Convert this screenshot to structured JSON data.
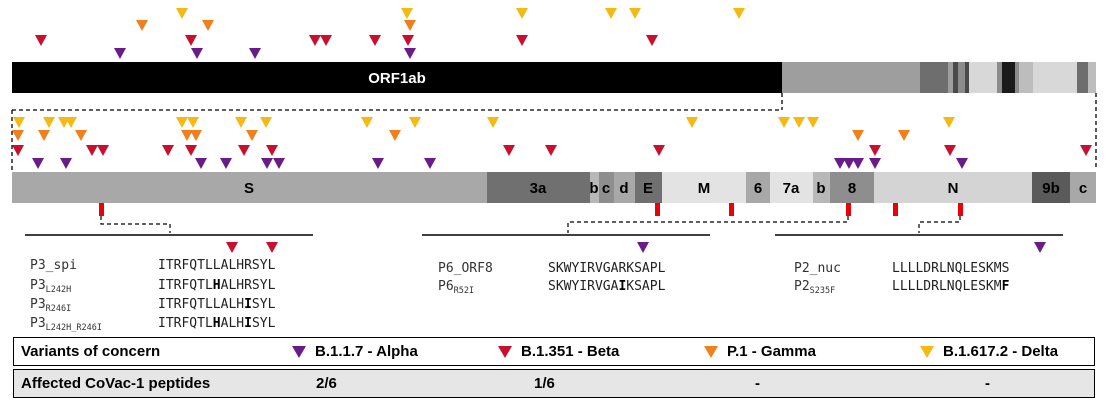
{
  "colors": {
    "alpha": "#6a1b8a",
    "beta": "#c8102e",
    "gamma": "#f07f1c",
    "delta": "#f4b912",
    "black": "#000000",
    "peptide_marker": "#e8000b"
  },
  "orf1ab": {
    "label": "ORF1ab"
  },
  "genes": [
    {
      "label": "S",
      "fill": "#a8a8a8"
    },
    {
      "label": "3a",
      "fill": "#707070"
    },
    {
      "label": "b",
      "fill": "#b8b8b8"
    },
    {
      "label": "c",
      "fill": "#8e8e8e"
    },
    {
      "label": "d",
      "fill": "#a8a8a8"
    },
    {
      "label": "E",
      "fill": "#707070"
    },
    {
      "label": "M",
      "fill": "#e3e3e3"
    },
    {
      "label": "6",
      "fill": "#a8a8a8"
    },
    {
      "label": "7a",
      "fill": "#e3e3e3"
    },
    {
      "label": "b",
      "fill": "#b8b8b8"
    },
    {
      "label": "8",
      "fill": "#8e8e8e"
    },
    {
      "label": "N",
      "fill": "#d4d4d4"
    },
    {
      "label": "9b",
      "fill": "#5a5a5a"
    },
    {
      "label": "c",
      "fill": "#a8a8a8"
    }
  ],
  "peptide_groups": [
    {
      "rows": [
        {
          "name": "P3_spi",
          "sub": "",
          "seq_parts": [
            [
              "ITRFQTLLALHRSYL",
              false
            ]
          ]
        },
        {
          "name": "P3",
          "sub": "L242H",
          "seq_parts": [
            [
              "ITRFQTL",
              false
            ],
            [
              "H",
              true
            ],
            [
              "ALHRSYL",
              false
            ]
          ]
        },
        {
          "name": "P3",
          "sub": "R246I",
          "seq_parts": [
            [
              "ITRFQTLLALH",
              false
            ],
            [
              "I",
              true
            ],
            [
              "SYL",
              false
            ]
          ]
        },
        {
          "name": "P3",
          "sub": "L242H_R246I",
          "seq_parts": [
            [
              "ITRFQTL",
              false
            ],
            [
              "H",
              true
            ],
            [
              "ALH",
              false
            ],
            [
              "I",
              true
            ],
            [
              "SYL",
              false
            ]
          ]
        }
      ]
    },
    {
      "rows": [
        {
          "name": "P6_ORF8",
          "sub": "",
          "seq_parts": [
            [
              "SKWYIRVGARKSAPL",
              false
            ]
          ]
        },
        {
          "name": "P6",
          "sub": "R52I",
          "seq_parts": [
            [
              "SKWYIRVGA",
              false
            ],
            [
              "I",
              true
            ],
            [
              "KSAPL",
              false
            ]
          ]
        }
      ]
    },
    {
      "rows": [
        {
          "name": "P2_nuc",
          "sub": "",
          "seq_parts": [
            [
              "LLLLDRLNQLESKMS",
              false
            ]
          ]
        },
        {
          "name": "P2",
          "sub": "S235F",
          "seq_parts": [
            [
              "LLLLDRLNQLESKM",
              false
            ],
            [
              "F",
              true
            ]
          ]
        }
      ]
    }
  ],
  "legend": {
    "title": "Variants of concern",
    "items": [
      {
        "label": "B.1.1.7 - Alpha",
        "color": "#6a1b8a"
      },
      {
        "label": "B.1.351 - Beta",
        "color": "#c8102e"
      },
      {
        "label": "P.1 - Gamma",
        "color": "#f07f1c"
      },
      {
        "label": "B.1.617.2 - Delta",
        "color": "#f4b912"
      }
    ]
  },
  "affected": {
    "title": "Affected CoVac-1 peptides",
    "values": [
      "2/6",
      "1/6",
      "-",
      "-"
    ]
  }
}
